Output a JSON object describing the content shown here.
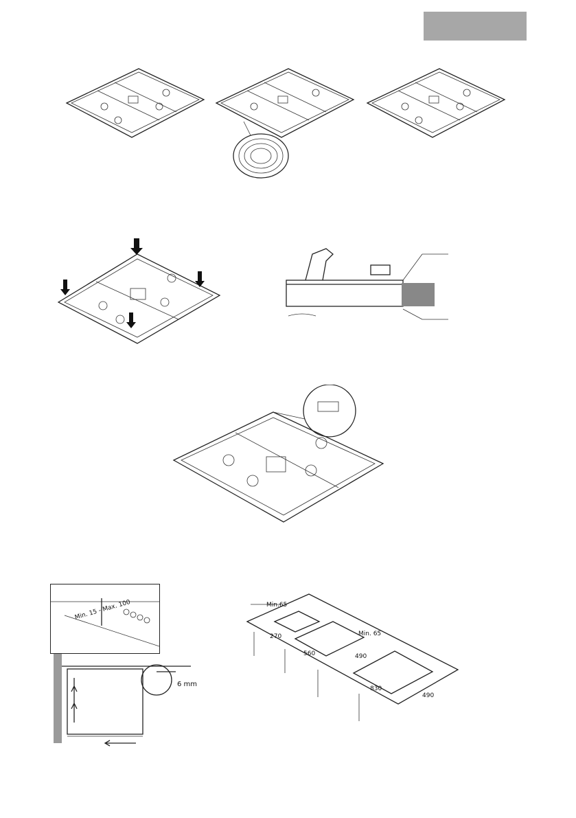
{
  "header": {
    "tab_color": "#a7a7a7"
  },
  "clearance": {
    "range_label": "Min. 15 - Max. 100",
    "gap_label": "6 mm"
  },
  "cutout": {
    "min_left": "Min.65",
    "min_right": "Min. 65",
    "dim_270": "270",
    "dim_560": "560",
    "dim_490_a": "490",
    "dim_830": "830",
    "dim_490_b": "490"
  }
}
